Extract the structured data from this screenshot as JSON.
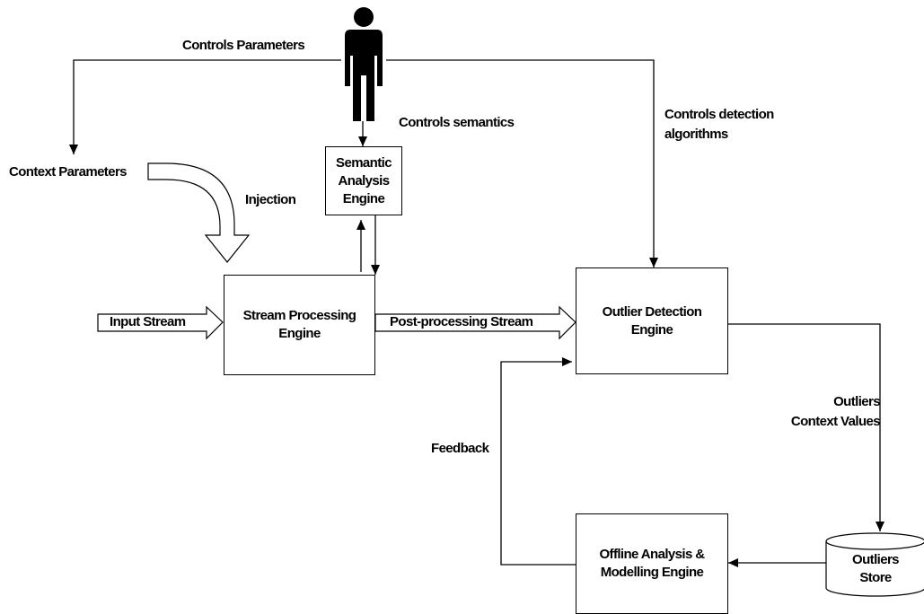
{
  "labels": {
    "controls_parameters": "Controls Parameters",
    "context_parameters": "Context Parameters",
    "injection": "Injection",
    "controls_semantics": "Controls semantics",
    "controls_detection_line1": "Controls detection",
    "controls_detection_line2": "algorithms",
    "input_stream": "Input Stream",
    "post_processing_stream": "Post-processing Stream",
    "outliers_context_line1": "Outliers",
    "outliers_context_line2": "Context Values",
    "feedback": "Feedback"
  },
  "nodes": {
    "semantic_engine": [
      "Semantic",
      "Analysis",
      "Engine"
    ],
    "stream_engine": [
      "Stream Processing",
      "Engine"
    ],
    "outlier_engine": [
      "Outlier Detection",
      "Engine"
    ],
    "offline_engine": [
      "Offline Analysis &",
      "Modelling Engine"
    ],
    "outliers_store": [
      "Outliers",
      "Store"
    ]
  },
  "icons": {
    "user": "person-silhouette-icon",
    "store": "database-cylinder-icon"
  },
  "colors": {
    "stroke": "#000000",
    "fill": "#ffffff"
  }
}
